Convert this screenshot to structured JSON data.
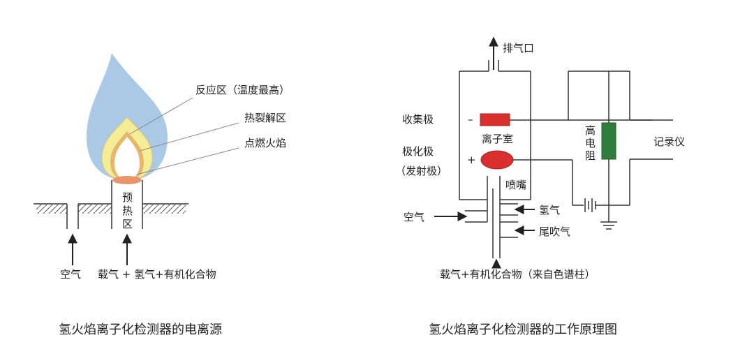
{
  "left": {
    "labels": {
      "reaction_zone": "反应区（温度最高）",
      "pyrolysis_zone": "热裂解区",
      "ignition_flame": "点燃火焰",
      "preheat_1": "预",
      "preheat_2": "热",
      "preheat_3": "区",
      "air": "空气",
      "inlet": "载气 + 氢气+有机化合物"
    },
    "caption": "氢火焰离子化检测器的电离源"
  },
  "right": {
    "labels": {
      "exhaust": "排气口",
      "collector": "收集极",
      "ion_chamber": "离子室",
      "polarizer": "极化极",
      "emitter": "（发射极）",
      "minus": "–",
      "plus": "+",
      "nozzle": "喷嘴",
      "high_resistance_1": "高",
      "high_resistance_2": "电",
      "high_resistance_3": "阻",
      "recorder": "记录仪",
      "air": "空气",
      "hydrogen": "氢气",
      "makeup_gas": "尾吹气",
      "inlet": "载气+有机化合物（来自色谱柱）"
    },
    "caption": "氢火焰离子化检测器的工作原理图"
  },
  "colors": {
    "flame_outer": "#a9c9e6",
    "flame_middle": "#f3ee96",
    "flame_inner_ring": "#e9b56a",
    "flame_core": "#ffffff",
    "ignition": "#e8956a",
    "collector": "#d9302e",
    "polarizer": "#d9302e",
    "resistor": "#2f7d3a",
    "line": "#333333"
  }
}
